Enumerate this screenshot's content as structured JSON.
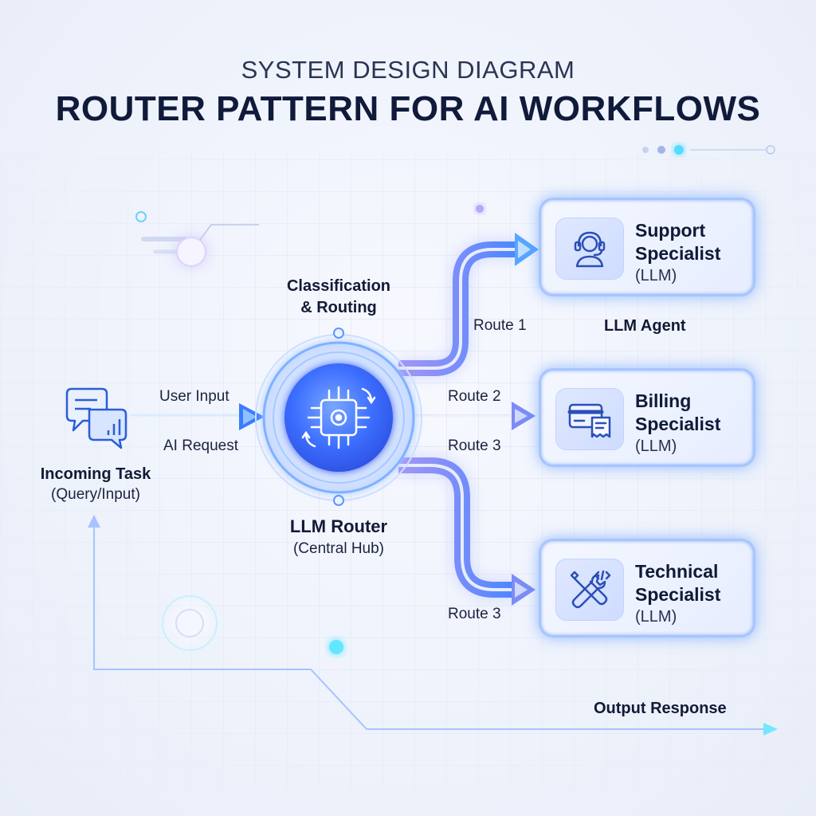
{
  "header": {
    "subtitle": "SYSTEM DESIGN DIAGRAM",
    "title": "ROUTER PATTERN FOR AI WORKFLOWS"
  },
  "input": {
    "label": "Incoming Task",
    "sublabel": "(Query/Input)",
    "arrow_top": "User Input",
    "arrow_bottom": "AI Request"
  },
  "router": {
    "top_label_line1": "Classification",
    "top_label_line2": "& Routing",
    "label": "LLM Router",
    "sublabel": "(Central Hub)"
  },
  "routes": {
    "route1": "Route 1",
    "route2": "Route 2",
    "route3a": "Route 3",
    "route3b": "Route 3"
  },
  "agents": {
    "group_label": "LLM Agent",
    "support": {
      "title_line1": "Support",
      "title_line2": "Specialist",
      "sub": "(LLM)"
    },
    "billing": {
      "title_line1": "Billing",
      "title_line2": "Specialist",
      "sub": "(LLM)"
    },
    "technical": {
      "title_line1": "Technical",
      "title_line2": "Specialist",
      "sub": "(LLM)"
    }
  },
  "output": {
    "label": "Output Response"
  },
  "colors": {
    "accent": "#3b7bff",
    "accent_light": "#7fb2ff",
    "route_purple": "#8f82f2",
    "cyan": "#4fe3ff",
    "text_dark": "#101a3a"
  }
}
